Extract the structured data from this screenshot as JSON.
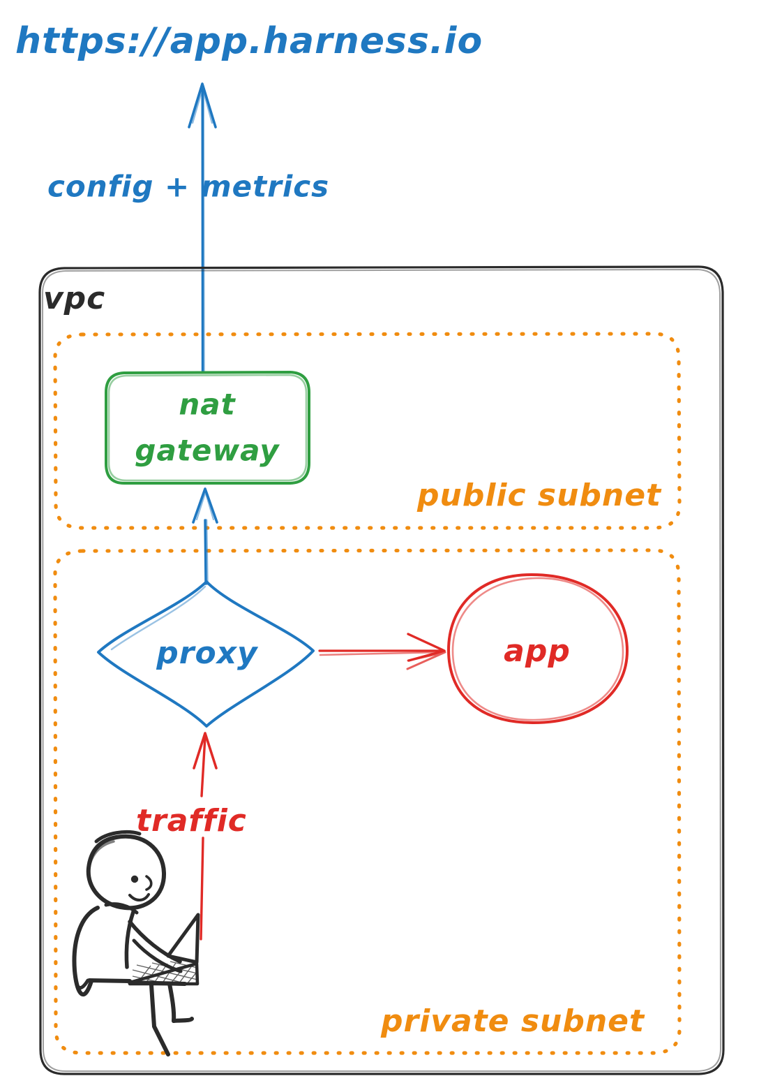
{
  "diagram": {
    "title": "VPC network architecture (hand-drawn style)",
    "style": "hand-drawn sketch",
    "background": "#ffffff"
  },
  "colors": {
    "blue": "#1f78c1",
    "green": "#2f9e41",
    "orange": "#f08c10",
    "red": "#e02a26",
    "ink": "#2b2b2b"
  },
  "external": {
    "url_label": "https://app.harness.io",
    "edge_label": "config + metrics"
  },
  "vpc": {
    "label": "vpc"
  },
  "subnets": [
    {
      "id": "public",
      "label": "public subnet",
      "nodes": [
        {
          "id": "nat-gateway",
          "shape": "rounded-rect",
          "label_line1": "nat",
          "label_line2": "gateway",
          "color": "#2f9e41"
        }
      ]
    },
    {
      "id": "private",
      "label": "private subnet",
      "nodes": [
        {
          "id": "proxy",
          "shape": "diamond",
          "label": "proxy",
          "color": "#1f78c1"
        },
        {
          "id": "app",
          "shape": "ellipse",
          "label": "app",
          "color": "#e02a26"
        },
        {
          "id": "user",
          "shape": "person-with-laptop",
          "label": "",
          "color": "#2b2b2b"
        }
      ]
    }
  ],
  "edges": [
    {
      "id": "nat-to-internet",
      "from": "nat-gateway",
      "to": "https://app.harness.io",
      "label": "config + metrics",
      "color": "#1f78c1"
    },
    {
      "id": "proxy-to-nat",
      "from": "proxy",
      "to": "nat-gateway",
      "label": "",
      "color": "#1f78c1"
    },
    {
      "id": "proxy-to-app",
      "from": "proxy",
      "to": "app",
      "label": "",
      "color": "#e02a26"
    },
    {
      "id": "user-to-proxy",
      "from": "user",
      "to": "proxy",
      "label": "traffic",
      "color": "#e02a26"
    }
  ],
  "labels": {
    "traffic": "traffic"
  }
}
